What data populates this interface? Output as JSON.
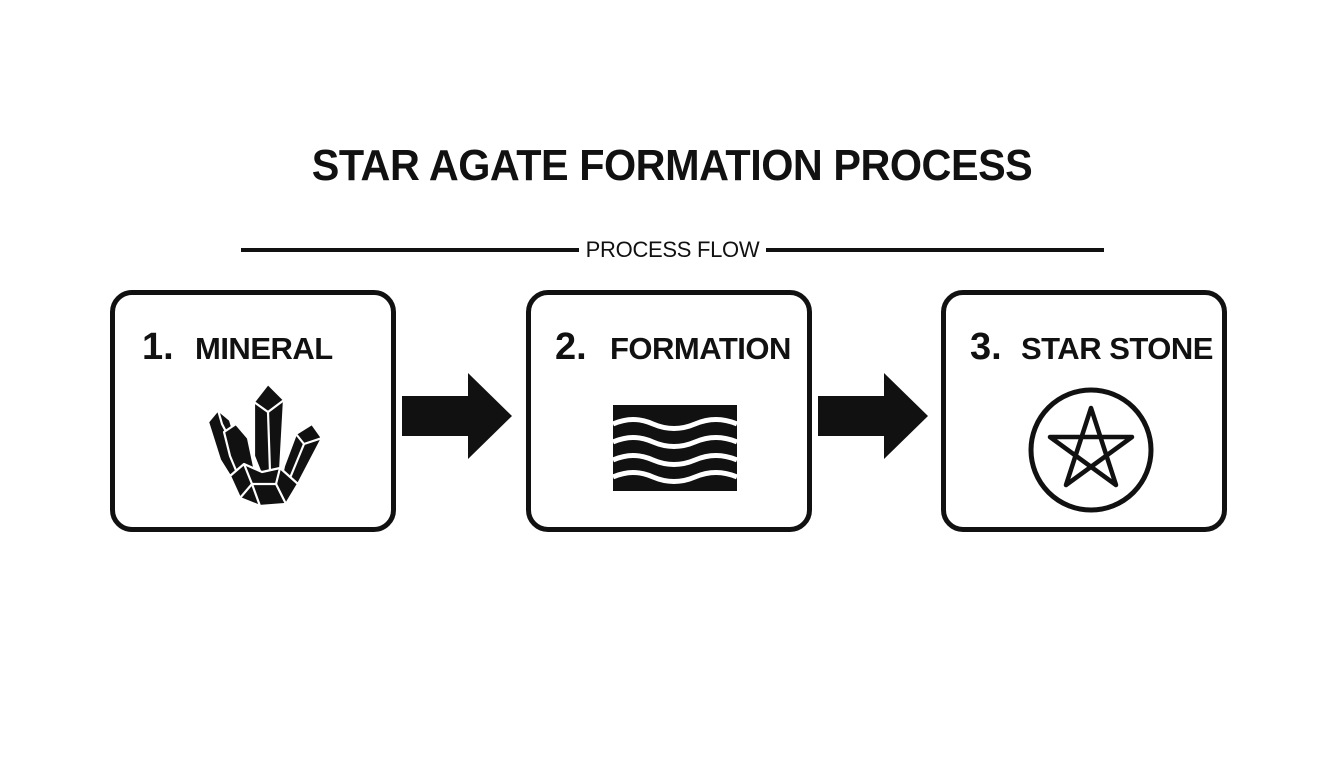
{
  "title": "STAR AGATE FORMATION PROCESS",
  "flow_label": "PROCESS FLOW",
  "steps": [
    {
      "number": "1.",
      "label": "MINERAL",
      "icon": "crystal-cluster-icon"
    },
    {
      "number": "2.",
      "label": "FORMATION",
      "icon": "layered-waves-icon"
    },
    {
      "number": "3.",
      "label": "STAR STONE",
      "icon": "pentagram-circle-icon"
    }
  ],
  "connector_icon": "right-arrow-icon",
  "colors": {
    "ink": "#111111",
    "background": "#ffffff"
  }
}
